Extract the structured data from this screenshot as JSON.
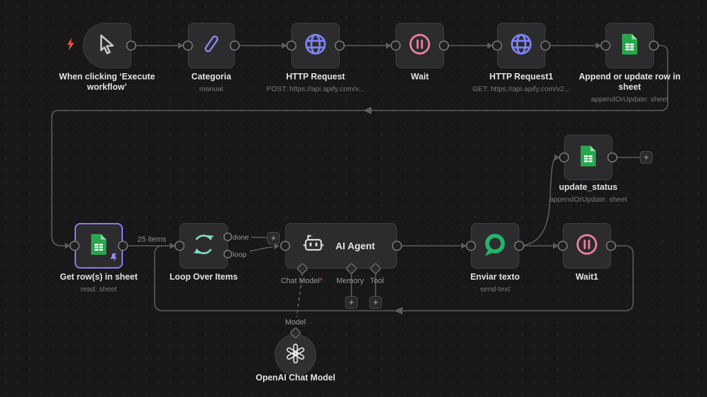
{
  "app": {
    "name": "n8n workflow canvas"
  },
  "colors": {
    "canvas_bg": "#181818",
    "node_bg": "#2c2c2e",
    "selected_border": "#8c7df1",
    "connection_line": "#5c5c5c",
    "accent_purple": "#7d83ef",
    "accent_pink": "#ef7fa6",
    "sheets_green": "#27a74e",
    "loop_mint": "#84d9c0",
    "chat_green": "#24b26d",
    "bolt_coral": "#e2553e",
    "required_red": "#e94b6f",
    "label_text": "#e2e2e2",
    "sublabel_text": "#7a7a7a"
  },
  "nodes": [
    {
      "label": "When clicking ‘Execute workflow’",
      "sublabel": ""
    },
    {
      "label": "Categoria",
      "sublabel": "manual"
    },
    {
      "label": "HTTP Request",
      "sublabel": "POST: https://api.apify.com/v..."
    },
    {
      "label": "Wait",
      "sublabel": ""
    },
    {
      "label": "HTTP Request1",
      "sublabel": "GET: https://api.apify.com/v2..."
    },
    {
      "label": "Append or update row in sheet",
      "sublabel": "appendOrUpdate: sheet"
    },
    {
      "label": "update_status",
      "sublabel": "appendOrUpdate: sheet"
    },
    {
      "label": "Get row(s) in sheet",
      "sublabel": "read: sheet"
    },
    {
      "label": "Loop Over Items",
      "sublabel": ""
    },
    {
      "label": "AI Agent",
      "sublabel": ""
    },
    {
      "label": "Enviar texto",
      "sublabel": "send-text"
    },
    {
      "label": "Wait1",
      "sublabel": ""
    },
    {
      "label": "OpenAI Chat Model",
      "sublabel": ""
    }
  ],
  "connection_labels": {
    "items": "25 items"
  },
  "ports": {
    "done": "done",
    "loop": "loop",
    "chat_model": "Chat Model",
    "required_mark": "*",
    "memory": "Memory",
    "tool": "Tool",
    "model": "Model"
  },
  "buttons": {
    "plus": "+"
  }
}
